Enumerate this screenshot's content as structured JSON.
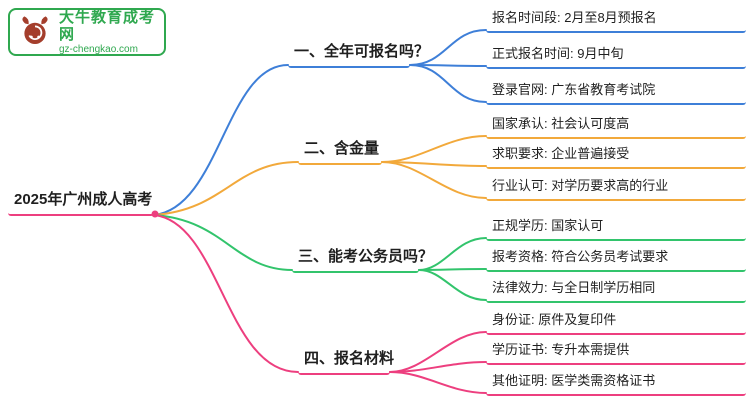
{
  "logo": {
    "title": "大牛教育成考网",
    "domain": "gz-chengkao.com",
    "border_color": "#2FA84F",
    "icon_color": "#A43E2C"
  },
  "root": {
    "label": "2025年广州成人高考",
    "color": "#ED3F7F"
  },
  "branches": [
    {
      "label": "一、全年可报名吗？",
      "color": "#3E7FD8",
      "children": [
        "报名时间段: 2月至8月预报名",
        "正式报名时间: 9月中旬",
        "登录官网: 广东省教育考试院"
      ]
    },
    {
      "label": "二、含金量",
      "color": "#F2A93B",
      "children": [
        "国家承认: 社会认可度高",
        "求职要求: 企业普遍接受",
        "行业认可: 对学历要求高的行业"
      ]
    },
    {
      "label": "三、能考公务员吗？",
      "color": "#32C46C",
      "children": [
        "正规学历: 国家认可",
        "报考资格: 符合公务员考试要求",
        "法律效力: 与全日制学历相同"
      ]
    },
    {
      "label": "四、报名材料",
      "color": "#ED3F7F",
      "children": [
        "身份证: 原件及复印件",
        "学历证书: 专升本需提供",
        "其他证明: 医学类需资格证书"
      ]
    }
  ]
}
